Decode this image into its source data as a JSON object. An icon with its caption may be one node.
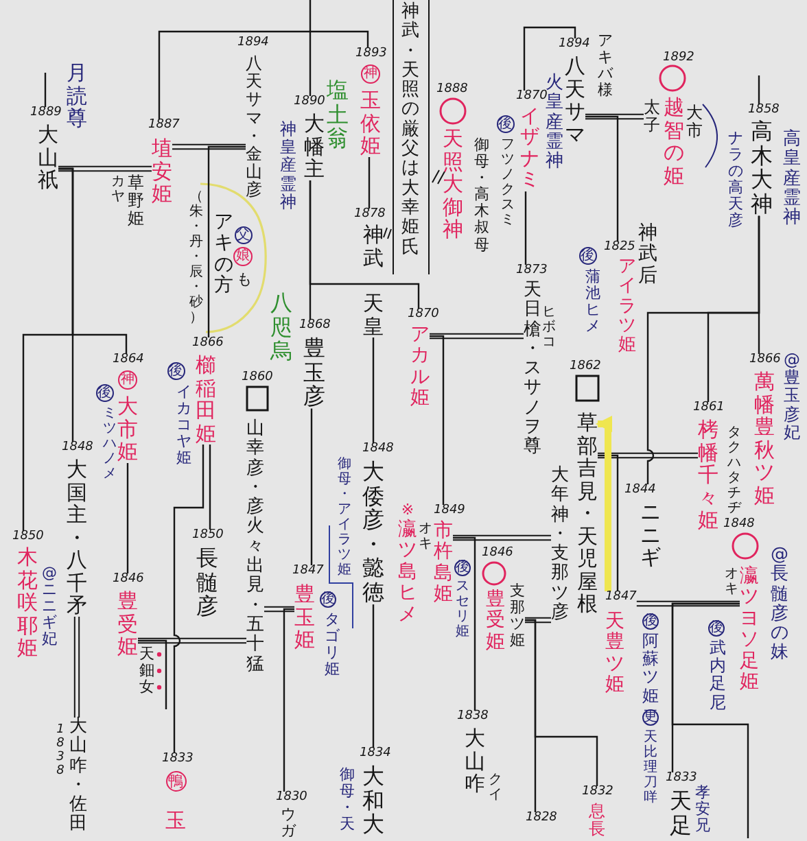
{
  "diagram": {
    "nodes": [
      {
        "text": [
          "大山祇"
        ],
        "beside": [
          "1889"
        ]
      },
      {
        "text": [
          "埴安姫"
        ],
        "beside": [
          "1887",
          "カヤ",
          "草野姫"
        ]
      },
      {
        "text": [
          "八天サマ・金山彦"
        ],
        "beside": [
          "1894"
        ]
      },
      {
        "text": [
          "大幡主"
        ],
        "beside": [
          "1890",
          "神皇産霊神"
        ]
      },
      {
        "text": [
          "神",
          "玉依姫"
        ],
        "beside": [
          "1893"
        ]
      },
      {
        "text": [
          "神武・天照の厳父は大幸姫氏"
        ]
      },
      {
        "text": [
          "天照大御神"
        ],
        "beside": [
          "1888",
          "御母・高木叔母"
        ]
      },
      {
        "text": [
          "後",
          "フツノクスミ",
          "イザナミ"
        ],
        "beside": [
          "1870"
        ]
      },
      {
        "text": [
          "八天サマ"
        ],
        "beside": [
          "1894",
          "アキバ様",
          "火皇産霊神"
        ]
      },
      {
        "text": [
          "越智の姫"
        ],
        "beside": [
          "1892",
          "太子",
          "大市"
        ]
      },
      {
        "text": [
          "高木大神"
        ],
        "beside": [
          "1858",
          "ナラの高天彦",
          "高皇産霊神"
        ]
      },
      {
        "text": [
          "神武",
          "天皇"
        ],
        "beside": [
          "1878"
        ]
      },
      {
        "text": [
          "後",
          "蒲池ヒメ",
          "アイラツ姫"
        ],
        "beside": [
          "1825"
        ]
      },
      {
        "text": [
          "天日槍・スサノヲ尊"
        ],
        "beside": [
          "1873",
          "ヒボコ"
        ]
      },
      {
        "text": [
          "アカル姫"
        ],
        "beside": [
          "1870"
        ]
      },
      {
        "text": [
          "豊玉彦"
        ],
        "beside": [
          "1868"
        ]
      },
      {
        "text": [
          "後",
          "イカコヤ姫",
          "櫛稲田姫"
        ],
        "beside": [
          "1866"
        ]
      },
      {
        "text": [
          "山幸彦・彦火々出見・五十猛"
        ],
        "beside": [
          "1860"
        ]
      },
      {
        "text": [
          "後",
          "ミツハノメ",
          "神",
          "大市姫"
        ],
        "beside": [
          "1864"
        ]
      },
      {
        "text": [
          "萬幡豊秋ツ姫"
        ],
        "beside": [
          "1866",
          "@豊玉彦妃"
        ]
      },
      {
        "text": [
          "栲幡千々姫"
        ],
        "beside": [
          "1861",
          "タクハタチヂ"
        ]
      },
      {
        "text": [
          "草部吉見・天児屋根"
        ],
        "beside": [
          "1862"
        ]
      },
      {
        "text": [
          "大年神・支那ツ彦"
        ]
      },
      {
        "text": [
          "ニニギ"
        ],
        "beside": [
          "1844"
        ]
      },
      {
        "text": [
          "大国主・八千矛"
        ],
        "beside": [
          "1848"
        ]
      },
      {
        "text": [
          "木花咲耶姫"
        ],
        "beside": [
          "1850",
          "@ニニギ妃"
        ]
      },
      {
        "text": [
          "長髄彦"
        ],
        "beside": [
          "1850"
        ]
      },
      {
        "text": [
          "大倭彦・懿徳"
        ],
        "beside": [
          "1848",
          "御母・アイラツ姫"
        ]
      },
      {
        "text": [
          "市杵島姫",
          "後",
          "スセリ姫"
        ],
        "beside": [
          "1849",
          "※",
          "瀛ツ島ヒメ",
          "オキ"
        ]
      },
      {
        "text": [
          "豊受姫"
        ],
        "beside": [
          "1846",
          "支那ツ姫"
        ]
      },
      {
        "text": [
          "豊玉姫",
          "後",
          "タゴリ姫"
        ],
        "beside": [
          "1847"
        ]
      },
      {
        "text": [
          "豊受姫"
        ],
        "beside": [
          "1846",
          "天鈿女"
        ]
      },
      {
        "text": [
          "天豊ツ姫",
          "後",
          "阿蘇ツ姫",
          "更",
          "天比理刀咩"
        ],
        "beside": [
          "1847"
        ]
      },
      {
        "text": [
          "後",
          "武内足尼",
          "オキ",
          "瀛ツヨソ足姫"
        ],
        "beside": [
          "1848",
          "@長髄彦の妹"
        ]
      },
      {
        "text": [
          "大山咋"
        ],
        "beside": [
          "1838",
          "クイ"
        ]
      },
      {
        "text": [
          "大山咋・佐田"
        ],
        "beside": [
          "1838"
        ]
      },
      {
        "text": [
          "鴨",
          "玉"
        ],
        "beside": [
          "1833"
        ]
      },
      {
        "text": [
          "ウガ"
        ],
        "beside": [
          "1830"
        ]
      },
      {
        "text": [
          "大和大"
        ],
        "beside": [
          "1834",
          "御母・天"
        ]
      },
      {
        "text": [
          "息長"
        ],
        "beside": [
          "1832"
        ]
      },
      {
        "text": [
          "天足"
        ],
        "beside": [
          "1833",
          "孝安兄"
        ]
      },
      {
        "text": [
          "1828"
        ]
      },
      {
        "text": [
          "父"
        ]
      },
      {
        "text": [
          "娘"
        ]
      }
    ],
    "edges": [
      {
        "from": null,
        "to": 0,
        "arrow": "none"
      },
      {
        "from": 0,
        "to": 1,
        "arrow": "none"
      },
      {
        "from": 1,
        "to": 4,
        "arrow": "none"
      },
      {
        "from": 1,
        "to": 2,
        "arrow": "none"
      },
      {
        "from": null,
        "to": 3,
        "arrow": "none"
      },
      {
        "from": 3,
        "to": 15,
        "arrow": "none"
      },
      {
        "from": 3,
        "to": 14,
        "arrow": "none"
      },
      {
        "from": 4,
        "to": 11,
        "arrow": "none"
      },
      {
        "from": 11,
        "to": 27,
        "arrow": "none"
      },
      {
        "from": 0,
        "to": 24,
        "arrow": "none"
      },
      {
        "from": 0,
        "to": 25,
        "arrow": "none"
      },
      {
        "from": 0,
        "to": 18,
        "arrow": "none"
      },
      {
        "from": 2,
        "to": 16,
        "arrow": "none"
      },
      {
        "from": 18,
        "to": 31,
        "arrow": "none"
      },
      {
        "from": 24,
        "to": 35,
        "arrow": "none"
      },
      {
        "from": 16,
        "to": 26,
        "arrow": "none"
      },
      {
        "from": 16,
        "to": 36,
        "arrow": "none"
      },
      {
        "from": 31,
        "to": 17,
        "arrow": "none"
      },
      {
        "from": 31,
        "to": null,
        "arrow": "none"
      },
      {
        "from": 17,
        "to": 30,
        "arrow": "none"
      },
      {
        "from": 15,
        "to": 30,
        "arrow": "none"
      },
      {
        "from": 30,
        "to": 37,
        "arrow": "none"
      },
      {
        "from": 27,
        "to": 38,
        "arrow": "none"
      },
      {
        "from": 14,
        "to": 13,
        "arrow": "none"
      },
      {
        "from": 14,
        "to": 28,
        "arrow": "none"
      },
      {
        "from": 7,
        "to": 13,
        "arrow": "none"
      },
      {
        "from": 7,
        "to": 8,
        "arrow": "none"
      },
      {
        "from": 8,
        "to": 9,
        "arrow": "none"
      },
      {
        "from": 8,
        "to": 12,
        "arrow": "none"
      },
      {
        "from": null,
        "to": 10,
        "arrow": "none"
      },
      {
        "from": 10,
        "to": 19,
        "arrow": "none"
      },
      {
        "from": 10,
        "to": 20,
        "arrow": "none"
      },
      {
        "from": 10,
        "to": 23,
        "arrow": "none"
      },
      {
        "from": 21,
        "to": 20,
        "arrow": "none"
      },
      {
        "from": 21,
        "to": 32,
        "arrow": "none"
      },
      {
        "from": 32,
        "to": 33,
        "arrow": "none"
      },
      {
        "from": 33,
        "to": 40,
        "arrow": "none"
      },
      {
        "from": 33,
        "to": null,
        "arrow": "none"
      },
      {
        "from": 28,
        "to": 22,
        "arrow": "none"
      },
      {
        "from": 28,
        "to": 34,
        "arrow": "none"
      },
      {
        "from": 29,
        "to": 22,
        "arrow": "none"
      },
      {
        "from": 29,
        "to": 41,
        "arrow": "none"
      },
      {
        "from": 29,
        "to": 39,
        "arrow": "none"
      },
      {
        "from": 32,
        "to": 21,
        "arrow": "to",
        "style": "thick",
        "color": "#efe650"
      }
    ],
    "labels": [
      "月読尊",
      "塩土翁",
      "（朱・丹・辰・砂）",
      "アキの方",
      "も",
      "八咫烏",
      "神武后"
    ]
  }
}
